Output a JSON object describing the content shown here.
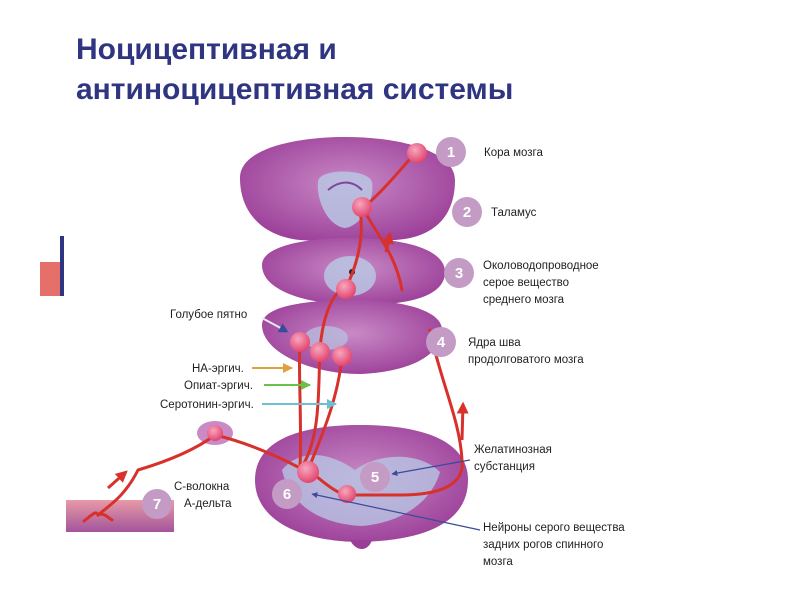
{
  "title": {
    "line1": "Ноцицептивная и",
    "line2": "антиноцицептивная системы"
  },
  "structures": [
    {
      "number": "1",
      "label_lines": [
        "Кора мозга"
      ]
    },
    {
      "number": "2",
      "label_lines": [
        "Таламус"
      ]
    },
    {
      "number": "3",
      "label_lines": [
        "Околоводопроводное",
        "серое вещество",
        "среднего мозга"
      ]
    },
    {
      "number": "4",
      "label_lines": [
        "Ядра шва",
        "продолговатого мозга"
      ]
    },
    {
      "number": "5",
      "label_lines": [
        "Желатинозная",
        "субстанция"
      ]
    },
    {
      "number": "6",
      "label_lines": [
        "Нейроны серого вещества",
        "задних рогов спинного",
        "мозга"
      ]
    },
    {
      "number": "7",
      "label_lines": [
        "С-волокна",
        "А-дельта"
      ]
    }
  ],
  "left_labels": {
    "locus": "Голубое пятно",
    "na": "НА-эргич.",
    "opiate": "Опиат-эргич.",
    "serotonin": "Серотонин-эргич."
  },
  "colors": {
    "tissue": "#9b3e98",
    "tissue_light": "#c98ac6",
    "nerve": "#d8312c",
    "neuron": "#e65a7e",
    "badge": "#c49bc4",
    "title": "#2f3580",
    "na_arrow": "#e0a03a",
    "opiate_arrow": "#6cbf4a",
    "serotonin_arrow": "#6cc0d0",
    "pointer": "#3b4a9a"
  }
}
